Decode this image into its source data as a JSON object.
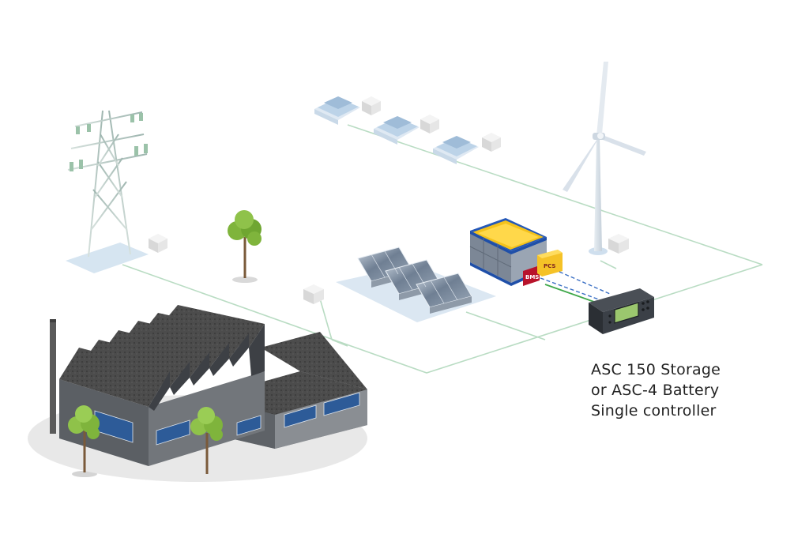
{
  "caption": {
    "line1": "ASC 150 Storage",
    "line2": "or ASC-4 Battery",
    "line3": "Single controller"
  },
  "tags": {
    "bms": "BMS",
    "pcs": "PCS"
  },
  "colors": {
    "grid_line": "#b9dcc3",
    "battery_blue": "#1f4fa8",
    "battery_yellow": "#f4c21b",
    "bms_red": "#b8132b",
    "pcs_yellow": "#f5c227",
    "factory_roof": "#4a4a4a",
    "factory_wall": "#666a6e",
    "window_blue": "#2d5b98",
    "solar_panel": "#7f8fa3",
    "tree_green": "#7fb43c",
    "controller_screen": "#9bc76e"
  },
  "icons": [
    "transmission-tower-icon",
    "wind-turbine-icon",
    "generator-icon",
    "solar-panel-icon",
    "battery-storage-icon",
    "controller-icon",
    "factory-icon",
    "tree-icon"
  ]
}
